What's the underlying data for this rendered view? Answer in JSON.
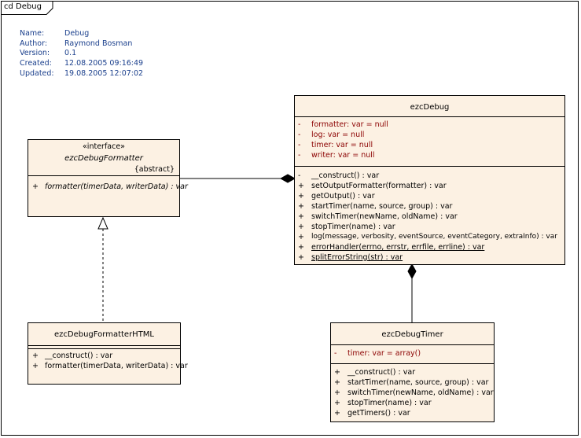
{
  "frame": {
    "label": "cd Debug"
  },
  "meta": [
    {
      "key": "Name:",
      "value": "Debug"
    },
    {
      "key": "Author:",
      "value": "Raymond Bosman"
    },
    {
      "key": "Version:",
      "value": "0.1"
    },
    {
      "key": "Created:",
      "value": "12.08.2005 09:16:49"
    },
    {
      "key": "Updated:",
      "value": "19.08.2005 12:07:02"
    }
  ],
  "colors": {
    "class_fill": "#fcf1e3",
    "attribute": "#8b0000",
    "meta_text": "#1a3f8c"
  },
  "classes": {
    "formatter": {
      "stereotype": "«interface»",
      "name": "ezcDebugFormatter",
      "tag": "{abstract}",
      "operations": [
        {
          "vis": "+",
          "sig": "formatter(timerData, writerData) : var"
        }
      ]
    },
    "formatterHtml": {
      "name": "ezcDebugFormatterHTML",
      "operations": [
        {
          "vis": "+",
          "sig": "__construct() : var"
        },
        {
          "vis": "+",
          "sig": "formatter(timerData, writerData) : var"
        }
      ]
    },
    "debug": {
      "name": "ezcDebug",
      "attributes": [
        {
          "vis": "-",
          "sig": "formatter:  var = null"
        },
        {
          "vis": "-",
          "sig": "log:  var = null"
        },
        {
          "vis": "-",
          "sig": "timer:  var = null"
        },
        {
          "vis": "-",
          "sig": "writer:  var = null"
        }
      ],
      "operations": [
        {
          "vis": "-",
          "sig": "__construct() : var"
        },
        {
          "vis": "+",
          "sig": "setOutputFormatter(formatter) : var"
        },
        {
          "vis": "+",
          "sig": "getOutput() : var"
        },
        {
          "vis": "+",
          "sig": "startTimer(name, source, group) : var"
        },
        {
          "vis": "+",
          "sig": "switchTimer(newName, oldName) : var"
        },
        {
          "vis": "+",
          "sig": "stopTimer(name) : var"
        },
        {
          "vis": "+",
          "sig": "log(message, verbosity, eventSource, eventCategory, extraInfo) : var"
        },
        {
          "vis": "+",
          "sig": "errorHandler(errno, errstr, errfile, errline) : var"
        },
        {
          "vis": "+",
          "sig": "splitErrorString(str) : var"
        }
      ]
    },
    "timer": {
      "name": "ezcDebugTimer",
      "attributes": [
        {
          "vis": "-",
          "sig": "timer:  var = array()"
        }
      ],
      "operations": [
        {
          "vis": "+",
          "sig": "__construct() : var"
        },
        {
          "vis": "+",
          "sig": "startTimer(name, source, group) : var"
        },
        {
          "vis": "+",
          "sig": "switchTimer(newName, oldName) : var"
        },
        {
          "vis": "+",
          "sig": "stopTimer(name) : var"
        },
        {
          "vis": "+",
          "sig": "getTimers() : var"
        }
      ]
    }
  }
}
